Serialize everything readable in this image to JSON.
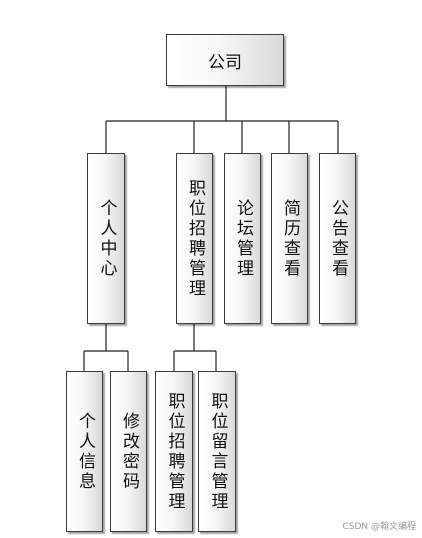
{
  "root": {
    "label": "公司"
  },
  "level1": [
    {
      "label": "个人中心"
    },
    {
      "label": "职位招聘管理"
    },
    {
      "label": "论坛管理"
    },
    {
      "label": "简历查看"
    },
    {
      "label": "公告查看"
    }
  ],
  "level2": [
    {
      "label": "个人信息"
    },
    {
      "label": "修改密码"
    },
    {
      "label": "职位招聘管理"
    },
    {
      "label": "职位留言管理"
    }
  ],
  "watermark": "CSDN @翰文编程"
}
